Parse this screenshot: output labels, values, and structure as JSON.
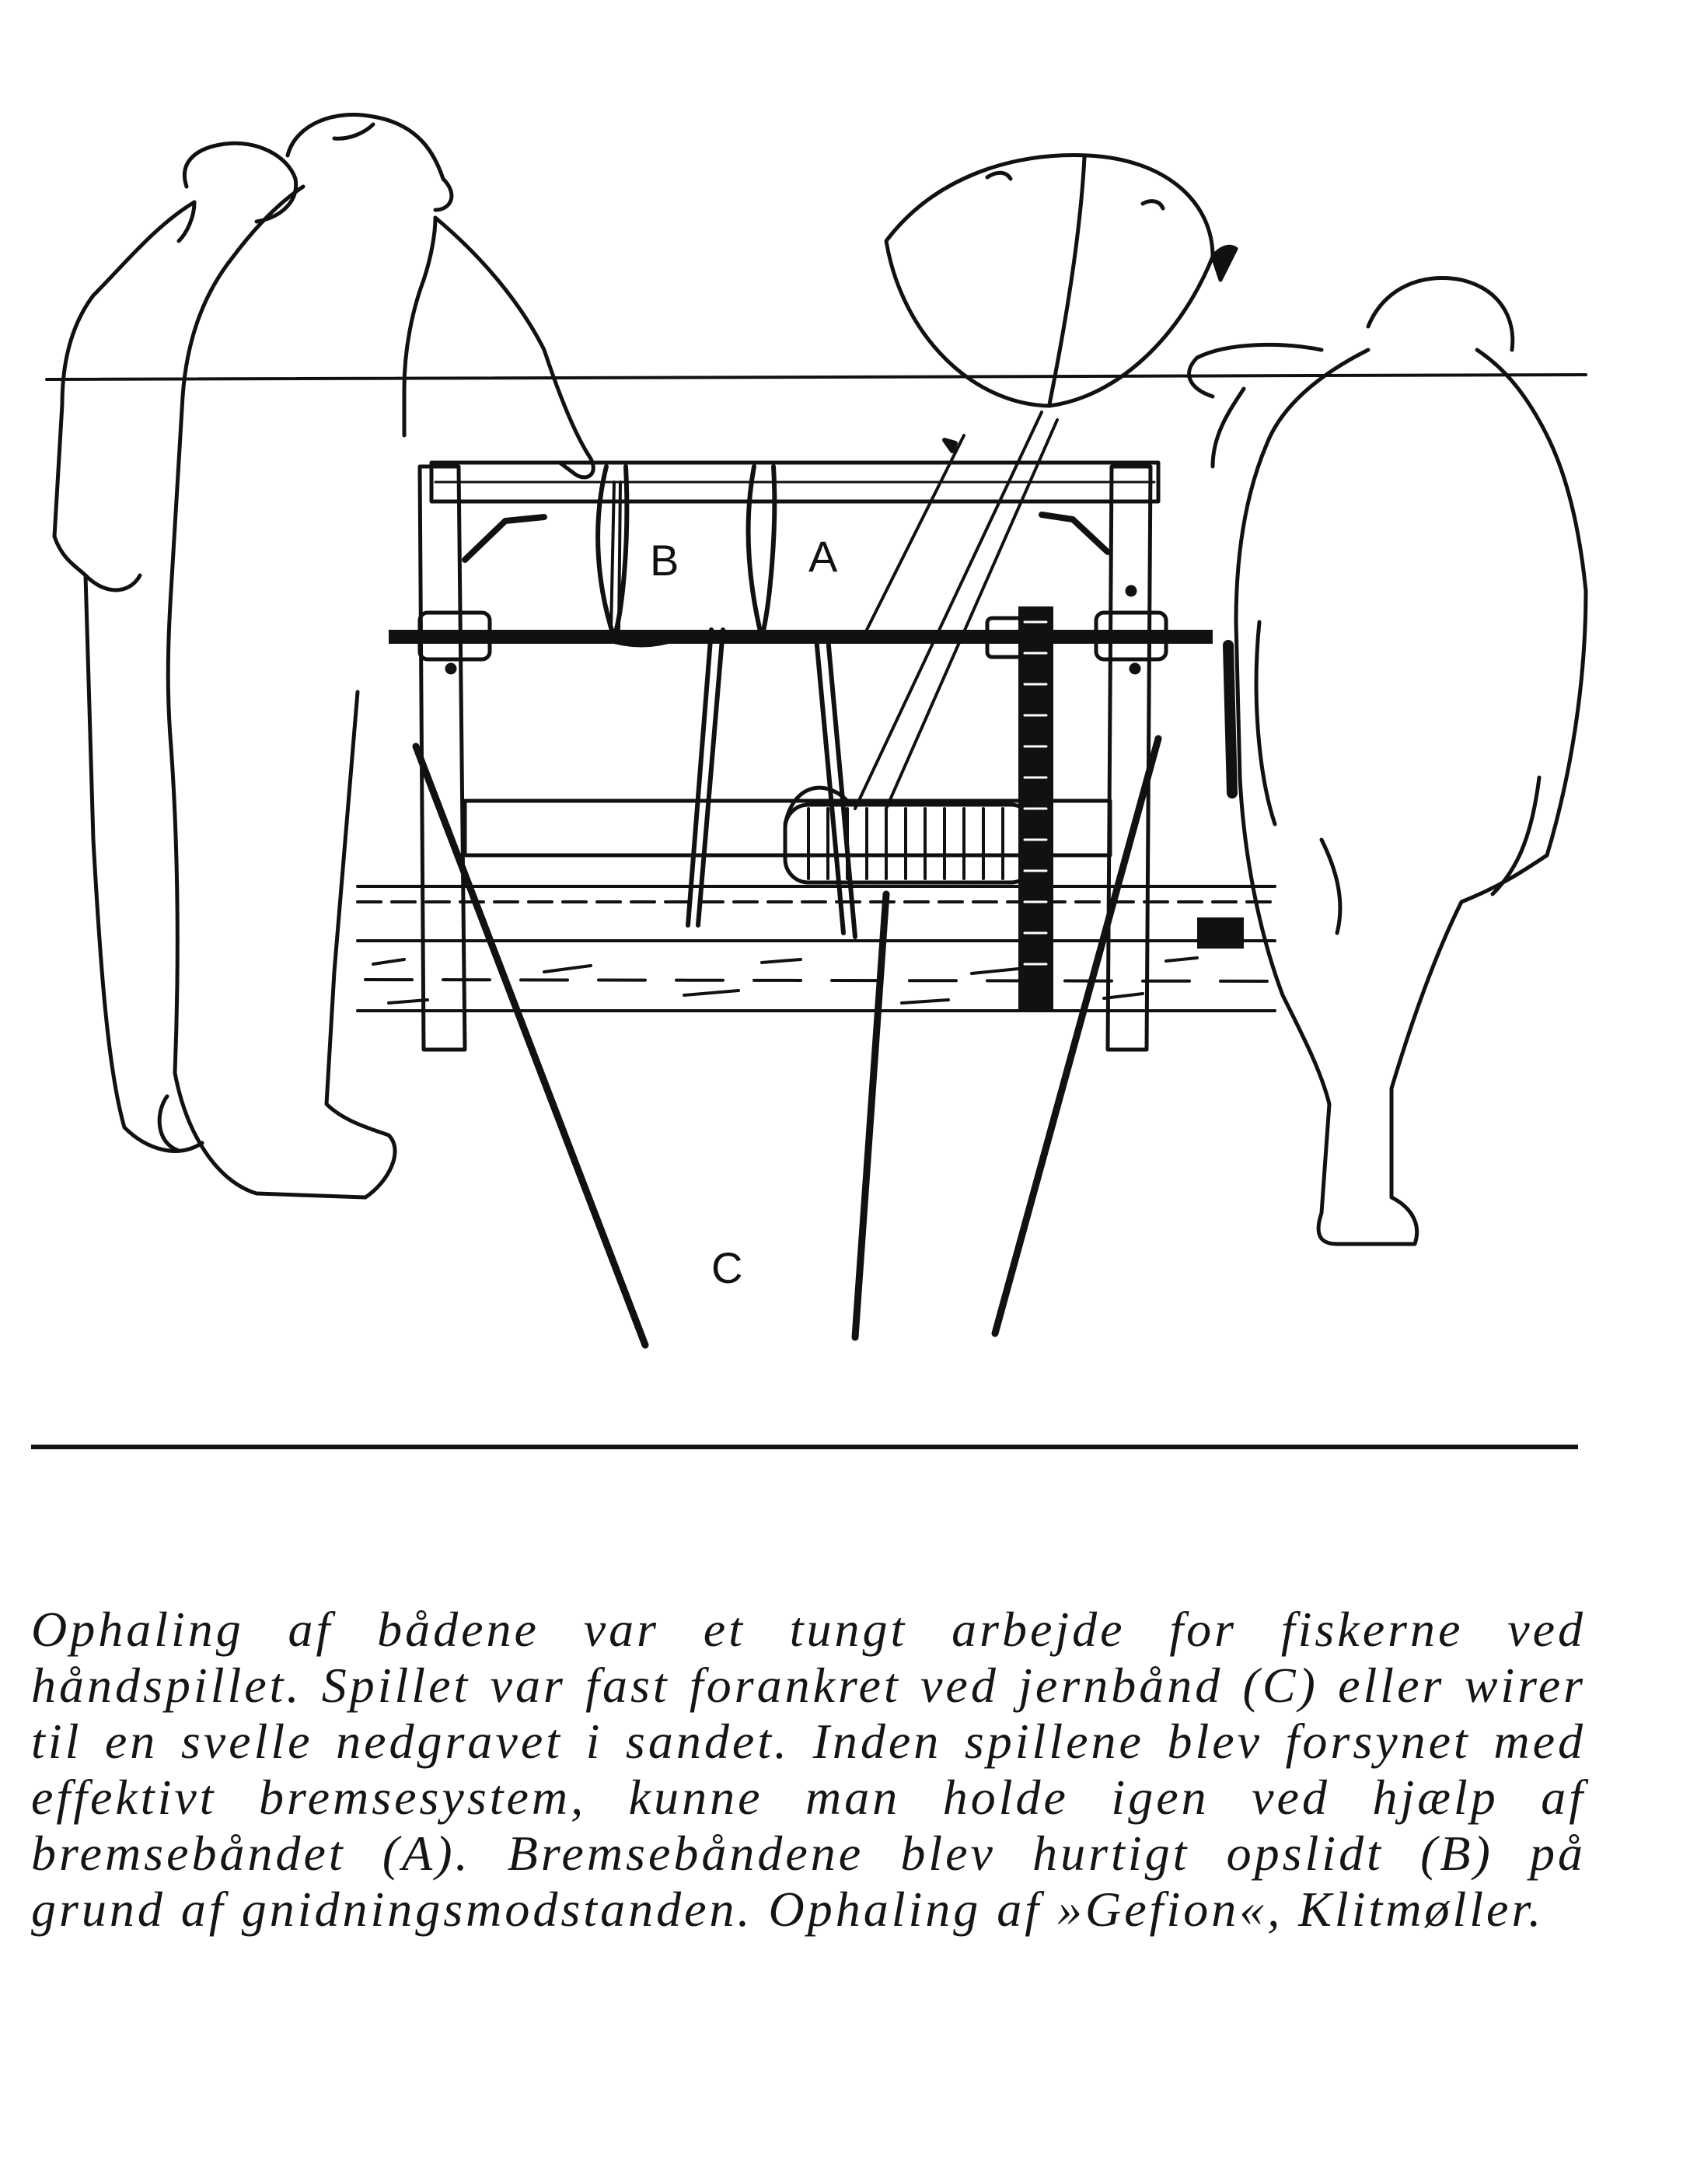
{
  "figure": {
    "labels": {
      "a": "A",
      "b": "B",
      "c": "C"
    },
    "ink": "#111111",
    "paper": "#ffffff"
  },
  "caption": {
    "text": "Ophaling af bådene var et tungt arbejde for fiskerne ved håndspillet. Spillet var fast forankret ved jernbånd (C) eller wirer til en svelle nedgravet i sandet. Inden spillene blev forsynet med effektivt bremsesystem, kunne man holde igen ved hjælp af bremsebåndet (A). Bremsebåndene blev hurtigt opslidt (B) på grund af gnidningsmodstanden. Ophaling af »Gefion«, Klitmøller."
  }
}
